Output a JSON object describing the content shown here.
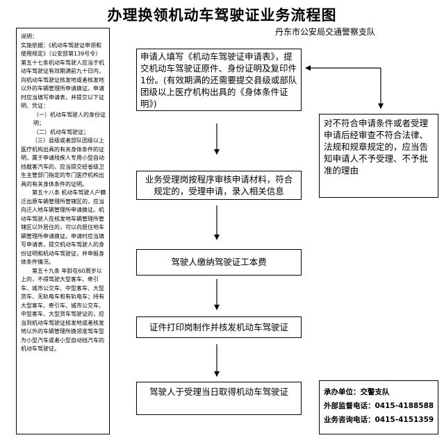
{
  "title": "办理换领机动车驾驶证业务流程图",
  "subtitle": "丹东市公安局交通警察支队",
  "left_panel": {
    "lines": [
      "说明：",
      "实施依据：《机动车驾驶证申领和使用规定》（公安部第139号令）第五十七条机动车驾驶人应当于机动车驾驶证有效期满前九十日内，向机动车驾驶证核发地或者核发地以外的车辆管理所申请换证。申请时应当填写申请表，并提交以下证明、凭证：",
      "（一）机动车驾驶人的身份证明；",
      "（二）机动车驾驶证；",
      "（三）县级或者部队团级以上医疗机构出具的有关身体条件的证明，属于申请残疾人专用小型自动挡载客汽车的，应当提交经省级卫生主管部门指定的专门医疗机构出具的有关身体条件的证明。",
      "第五十八条 机动车驾驶人户籍迁出原车辆管理所管辖区的，应当向迁入地车辆管理所申请换证。机动车驾驶人在核发地车辆管理所管辖区以外居住的，可以向居住地车辆管理所申请换证。申请时应当填写申请表，提交机动车驾驶人的身份证明和机动车驾驶证，并申报身体条件情况。",
      "第五十九条 年龄在60周岁以上的，不得驾驶大型客车、牵引车、城市公交车、中型客车、大型货车、无轨电车和有轨电车；持有大型客车、牵引车、城市公交车、中型客车、大型货车驾驶证的，应当到机动车驾驶证核发地或者核发地以外的车辆管理所换领准驾车型为小型汽车或者小型自动挡汽车的机动车驾驶证。"
    ]
  },
  "steps": [
    "申请人填写《机动车驾驶证申请表》，提交机动车驾驶证原件、身份证明及复印件1份。(有效期满的还需要提交县级或部队团级以上医疗机构出具的《身体条件证明》)",
    "业务受理岗按程序审核申请材料，符合规定的，受理申请，录入相关信息",
    "驾驶人缴纳驾驶证工本费",
    "证件打印岗制作并核发机动车驾驶证",
    "驾驶人于受理当日取得机动车驾驶证"
  ],
  "side_box": "对不符合申请条件或者受理申请后经审查不符合法律、法规和规章规定的，应当告知申请人不予受理、不予批准的理由",
  "contact": {
    "unit": "承办单位：交警支队",
    "supervision": "外部监督电话：0415-4188588",
    "consult": "业务咨询电话：0415-4151359"
  }
}
